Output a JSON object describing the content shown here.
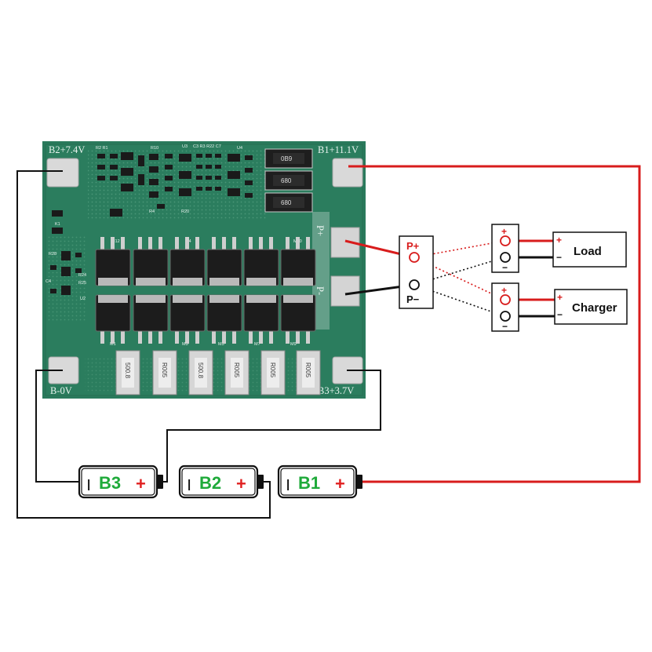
{
  "colors": {
    "pcb_green": "#2a7a5c",
    "pcb_green_dark": "#1f624a",
    "silk": "#e8f3ee",
    "pad": "#d7d7d7",
    "wire_positive": "#d81c1c",
    "wire_negative": "#111111",
    "battery_label": "#1faa3a",
    "battery_plus": "#e02020"
  },
  "board": {
    "labels": {
      "b2": "B2+7.4V",
      "b1": "B1+11.1V",
      "b0": "B-0V",
      "b3": "B3+3.7V",
      "p_plus": "P+",
      "p_minus": "P-"
    },
    "silk_small": [
      "R2 R1",
      "R10",
      "U3",
      "C3 R3 R22 C7",
      "U4",
      "R20",
      "R4",
      "K1",
      "R28",
      "R24",
      "R25",
      "C4",
      "U2",
      "M12",
      "M4",
      "M10",
      "M1",
      "M3",
      "M5",
      "M7",
      "M9"
    ],
    "top_resistors": [
      "0B9",
      "680",
      "680"
    ],
    "shunt_resistors": [
      "500.8",
      "R005",
      "500.8",
      "R005",
      "R005",
      "R005"
    ]
  },
  "port": {
    "plus": "P+",
    "minus": "P−"
  },
  "load": {
    "label": "Load",
    "plus": "+",
    "minus": "−"
  },
  "charger": {
    "label": "Charger",
    "plus": "+",
    "minus": "−"
  },
  "batteries": [
    {
      "label": "B3",
      "neg": "|",
      "pos": "+"
    },
    {
      "label": "B2",
      "neg": "|",
      "pos": "+"
    },
    {
      "label": "B1",
      "neg": "|",
      "pos": "+"
    }
  ]
}
